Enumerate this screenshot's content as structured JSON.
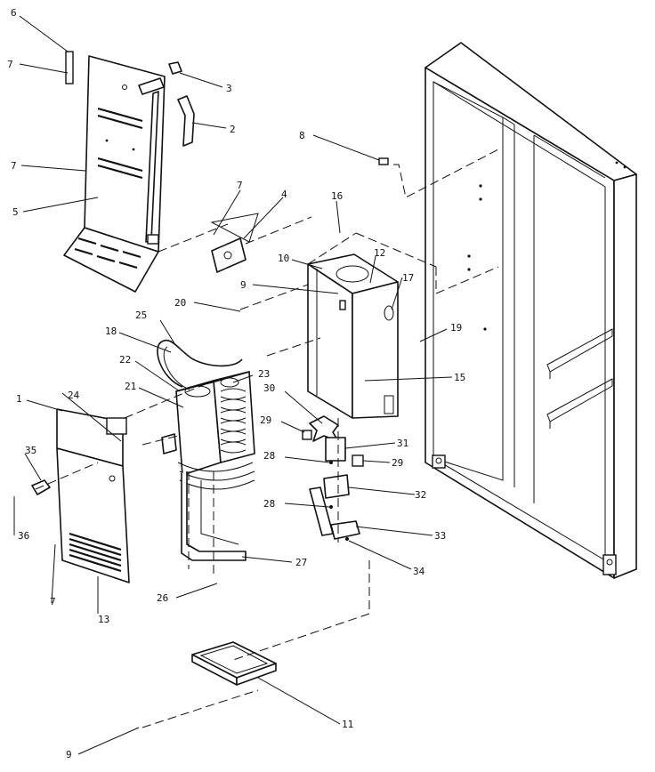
{
  "diagram": {
    "callouts": [
      "6",
      "7",
      "7",
      "5",
      "3",
      "2",
      "8",
      "7",
      "4",
      "16",
      "10",
      "12",
      "9",
      "17",
      "20",
      "25",
      "18",
      "19",
      "22",
      "23",
      "15",
      "21",
      "24",
      "1",
      "30",
      "29",
      "31",
      "28",
      "29",
      "35",
      "32",
      "28",
      "36",
      "33",
      "34",
      "27",
      "26",
      "7",
      "13",
      "11",
      "9"
    ]
  },
  "colors": {
    "line": "#111111",
    "background": "#ffffff"
  }
}
